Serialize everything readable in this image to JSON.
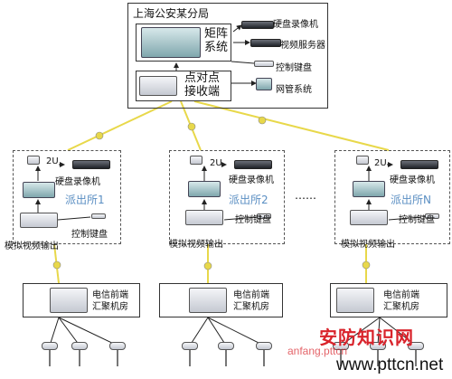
{
  "headquarters": {
    "title": "上海公安某分局",
    "matrix_label": "矩阵\n系统",
    "receiver_label": "点对点\n接收端",
    "devices": [
      "硬盘录像机",
      "视频服务器",
      "控制键盘",
      "网管系统"
    ]
  },
  "branches": [
    {
      "label_2u": "2U",
      "dvr": "硬盘录像机",
      "name": "派出所1",
      "keyboard": "控制键盘",
      "output": "模拟视频输出"
    },
    {
      "label_2u": "2U",
      "dvr": "硬盘录像机",
      "name": "派出所2",
      "keyboard": "控制键盘",
      "output": "模拟视频输出"
    },
    {
      "label_2u": "2U",
      "dvr": "硬盘录像机",
      "name": "派出所N",
      "keyboard": "控制键盘",
      "output": "模拟视频输出"
    }
  ],
  "ellipsis": "……",
  "telecom": [
    {
      "label": "电信前端\n汇聚机房"
    },
    {
      "label": "电信前端\n汇聚机房"
    },
    {
      "label": "电信前端\n汇聚机房"
    }
  ],
  "watermark": {
    "text": "安防知识网",
    "url": "www.pttcn.net",
    "url_faint": "anfang.pttcn"
  },
  "colors": {
    "fiber": "#e8d84a",
    "line": "#222222",
    "station_name": "#5b8fc3",
    "watermark": "#d9232b"
  }
}
